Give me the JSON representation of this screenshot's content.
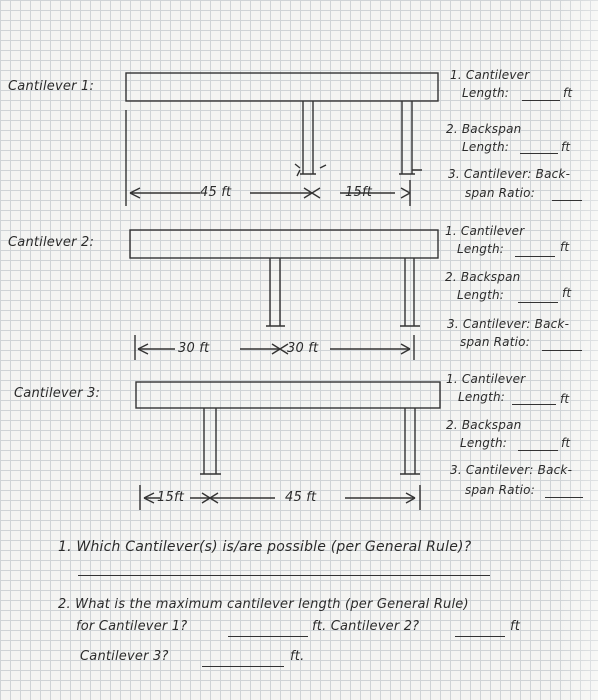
{
  "cantilever1": {
    "title": "Cantilever 1:",
    "dim_left": "45 ft",
    "dim_right": "15ft",
    "q1": "1. Cantilever",
    "q1b": "Length:",
    "q2": "2. Backspan",
    "q2b": "Length:",
    "q3": "3. Cantilever: Back-",
    "q3b": "span Ratio:",
    "unit": "ft"
  },
  "cantilever2": {
    "title": "Cantilever 2:",
    "dim_left": "30 ft",
    "dim_right": "30 ft",
    "q1": "1. Cantilever",
    "q1b": "Length:",
    "q2": "2. Backspan",
    "q2b": "Length:",
    "q3": "3. Cantilever: Back-",
    "q3b": "span Ratio:",
    "unit": "ft"
  },
  "cantilever3": {
    "title": "Cantilever 3:",
    "dim_left": "15ft",
    "dim_right": "45 ft",
    "q1": "1. Cantilever",
    "q1b": "Length:",
    "q2": "2. Backspan",
    "q2b": "Length:",
    "q3": "3. Cantilever: Back-",
    "q3b": "span Ratio:",
    "unit": "ft"
  },
  "questions": {
    "q1": "1. Which Cantilever(s) is/are possible (per General Rule)?",
    "q2_line1": "2. What is the maximum cantilever length (per General Rule)",
    "q2_for": "for Cantilever 1?",
    "q2_ft1": "ft. Cantilever 2?",
    "q2_ft2": "ft",
    "q2_c3": "Cantilever 3?",
    "q2_ft3": "ft."
  }
}
